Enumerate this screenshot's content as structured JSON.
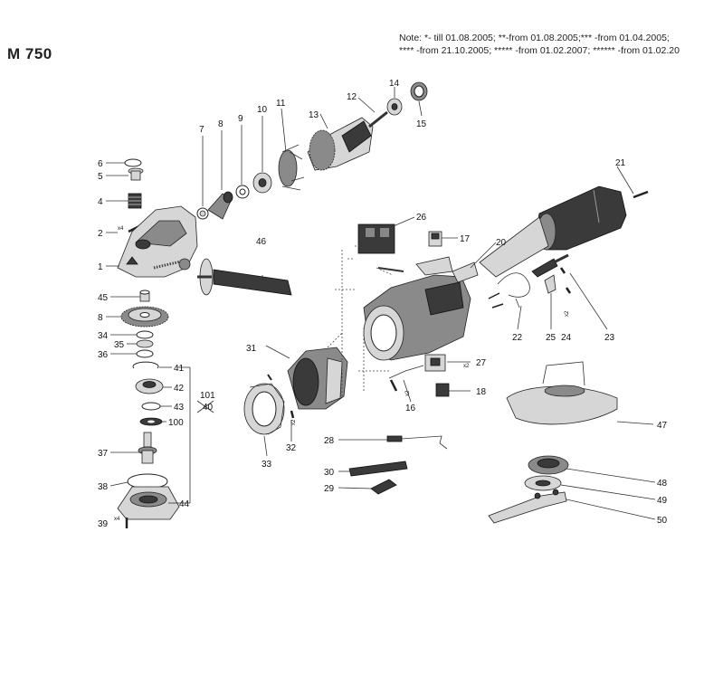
{
  "model": "M 750",
  "note_line1": "Note: *- till 01.08.2005; **-from 01.08.2005;*** -from 01.04.2005;",
  "note_line2": "**** -from 21.10.2005; ***** -from 01.02.2007;  ****** -from 01.02.20",
  "labels": {
    "p1": "1",
    "p2": "2",
    "p4": "4",
    "p5": "5",
    "p6": "6",
    "p7": "7",
    "p8a": "8",
    "p8b": "8",
    "p9": "9",
    "p10": "10",
    "p11": "11",
    "p12": "12",
    "p13": "13",
    "p14": "14",
    "p15": "15",
    "p16": "16",
    "p17": "17",
    "p18": "18",
    "p20": "20",
    "p21": "21",
    "p22": "22",
    "p23": "23",
    "p24": "24",
    "p25": "25",
    "p26": "26",
    "p27": "27",
    "p28": "28",
    "p29": "29",
    "p30": "30",
    "p31": "31",
    "p32": "32",
    "p33": "33",
    "p34": "34",
    "p35": "35",
    "p36": "36",
    "p37": "37",
    "p38": "38",
    "p39": "39",
    "p40": "40",
    "p41": "41",
    "p42": "42",
    "p43": "43",
    "p44": "44",
    "p45": "45",
    "p46": "46",
    "p47": "47",
    "p48": "48",
    "p49": "49",
    "p50": "50",
    "p100": "100",
    "p101": "101"
  },
  "qty": {
    "x4a": "x4",
    "x4b": "x4",
    "x2a": "x2",
    "x2b": "x2",
    "x2c": "x2",
    "x2d": "x2"
  }
}
